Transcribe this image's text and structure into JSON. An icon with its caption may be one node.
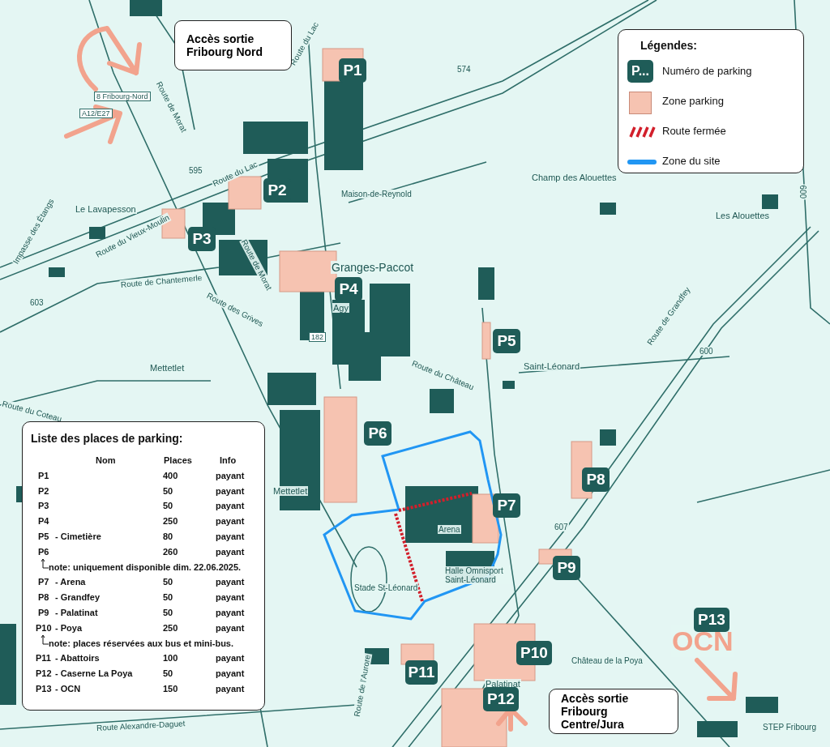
{
  "diagram": {
    "nodes": [
      {
        "text": [
          "Accès sortie Fribourg Nord"
        ]
      },
      {
        "text": [
          "P1"
        ]
      },
      {
        "text": [
          "P2"
        ]
      },
      {
        "text": [
          "P3"
        ]
      },
      {
        "text": [
          "P4"
        ]
      },
      {
        "text": [
          "P5"
        ]
      },
      {
        "text": [
          "P6"
        ]
      },
      {
        "text": [
          "P7"
        ]
      },
      {
        "text": [
          "P8"
        ]
      },
      {
        "text": [
          "P9"
        ]
      },
      {
        "text": [
          "P10"
        ]
      },
      {
        "text": [
          "P11"
        ]
      },
      {
        "text": [
          "P12"
        ]
      },
      {
        "text": [
          "P13"
        ]
      },
      {
        "text": [
          "Accès sortie Fribourg Centre/Jura"
        ]
      }
    ],
    "labels": [
      "A12/E27",
      "8 Fribourg-Nord",
      "Route de Morat",
      "Route du Lac",
      "574",
      "595",
      "Route du Lac",
      "Maison-de-Reynold",
      "Le Lavapesson",
      "Impasse des Étangs",
      "Route du Vieux-Moulin",
      "Route de Chantemerle",
      "Route des Grives",
      "Route de Morat",
      "603",
      "Granges-Paccot",
      "Agy",
      "182",
      "Champ des Alouettes",
      "Les Alouettes",
      "Mettetlet",
      "Route du Coteau",
      "Route du Château",
      "Saint-Léonard",
      "Route de Grandfey",
      "600",
      "600",
      "Mettetlet",
      "Arena",
      "Halle Omnisport Saint-Léonard",
      "Stade St-Léonard",
      "607",
      "OCN",
      "Château de la Poya",
      "Palatinat",
      "STEP Fribourg",
      "Route de l'Aurore",
      "Route Alexandre-Daguet",
      "Légendes:",
      "P...",
      "Liste des places de parking:",
      "Nom",
      "Places",
      "Info",
      "P1",
      "400",
      "payant",
      "P2",
      "50",
      "payant",
      "P3",
      "50",
      "payant",
      "P4",
      "250",
      "payant",
      "P5",
      "- Cimetière",
      "80",
      "payant",
      "P6",
      "260",
      "payant",
      "note: uniquement disponible dim. 22.06.2025.",
      "P7",
      "- Arena",
      "50",
      "payant",
      "P8",
      "- Grandfey",
      "50",
      "payant",
      "P9",
      "- Palatinat",
      "50",
      "payant",
      "P10",
      "- Poya",
      "250",
      "payant",
      "note: places réservées aux bus et mini-bus.",
      "P11",
      "- Abattoirs",
      "100",
      "payant",
      "P12",
      "- Caserne La Poya",
      "50",
      "payant",
      "P13",
      "- OCN",
      "150",
      "payant"
    ],
    "legend": [
      {
        "text": "Numéro de parking",
        "color": "#1f5c58"
      },
      {
        "text": "Zone parking",
        "color": "#f6c3b1"
      },
      {
        "text": "Route fermée"
      },
      {
        "text": "Zone du site"
      }
    ]
  }
}
